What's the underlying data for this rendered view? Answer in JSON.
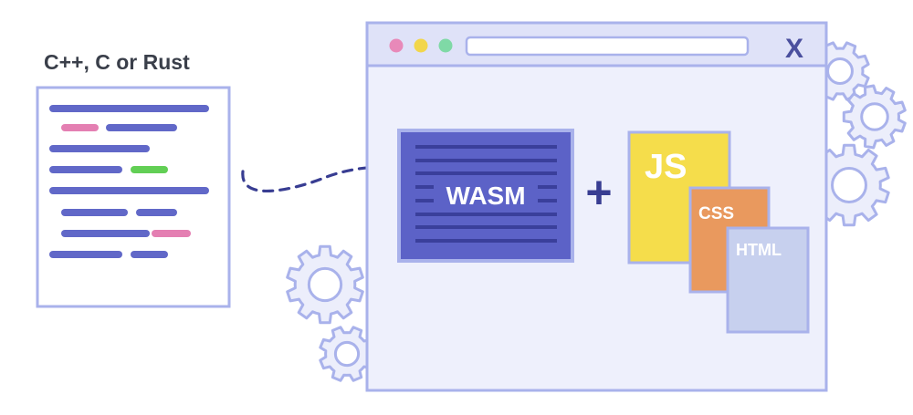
{
  "source": {
    "label": "C++, C or Rust",
    "lines": [
      {
        "segments": [
          "blue"
        ]
      },
      {
        "segments": [
          "pink",
          "blue"
        ]
      },
      {
        "segments": [
          "blue"
        ]
      },
      {
        "segments": [
          "blue",
          "green"
        ]
      },
      {
        "segments": [
          "blue"
        ]
      },
      {
        "segments": [
          "blue",
          "blue"
        ]
      },
      {
        "segments": [
          "blue",
          "pink"
        ]
      },
      {
        "segments": [
          "blue",
          "blue"
        ]
      }
    ]
  },
  "browser": {
    "window_dots": [
      "pink",
      "yellow",
      "green"
    ],
    "close_label": "X"
  },
  "wasm": {
    "label": "WASM"
  },
  "plus_label": "+",
  "files": [
    {
      "id": "js",
      "label": "JS",
      "color": "#f5dd4b"
    },
    {
      "id": "css",
      "label": "CSS",
      "color": "#e9995e"
    },
    {
      "id": "html",
      "label": "HTML",
      "color": "#c7d0ee"
    }
  ],
  "colors": {
    "outline": "#a9b2eb",
    "window_bg": "#eef0fc",
    "titlebar": "#dfe2f8",
    "blue": "#6168c8",
    "pink": "#e47fb2",
    "green": "#62cf55",
    "yellow": "#f2d64b",
    "wasm_panel": "#5c62c7",
    "wasm_lines": "#3a3f9b",
    "dark": "#383d92",
    "gear": "#eceefb"
  }
}
